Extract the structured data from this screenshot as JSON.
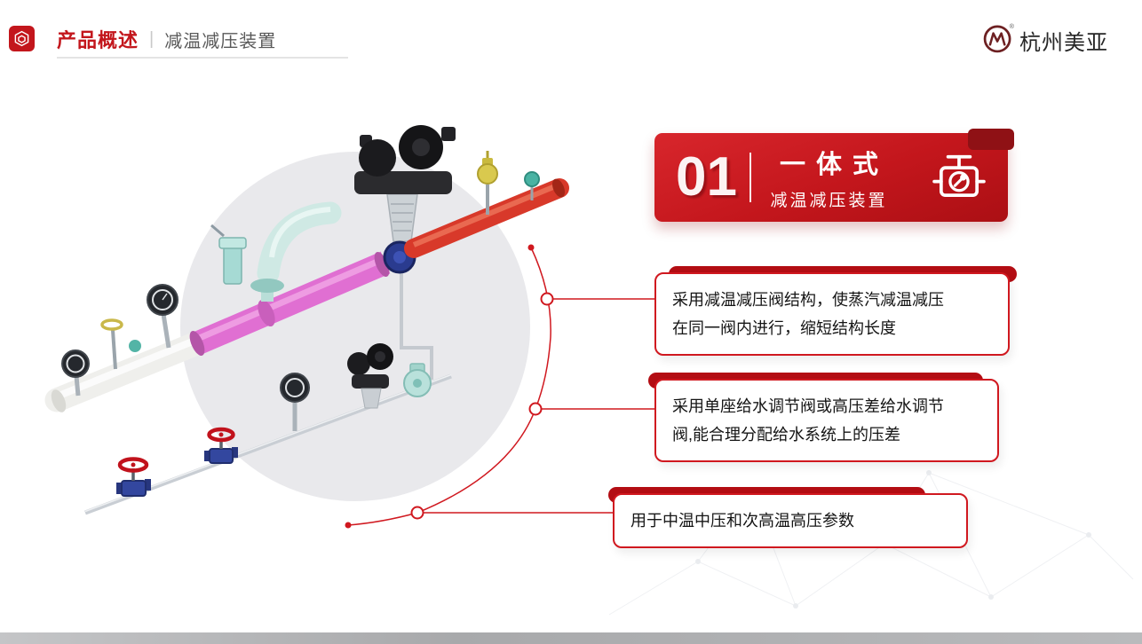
{
  "header": {
    "title": "产品概述",
    "separator": "|",
    "subtitle": "减温减压装置",
    "logo_text": "杭州美亚"
  },
  "banner": {
    "number": "01",
    "title": "一体式",
    "subtitle": "减温减压装置"
  },
  "callouts": [
    {
      "lines": [
        "采用减温减压阀结构，使蒸汽减温减压",
        "在同一阀内进行，缩短结构长度"
      ]
    },
    {
      "lines": [
        "采用单座给水调节阀或高压差给水调节",
        "阀,能合理分配给水系统上的压差"
      ]
    },
    {
      "lines": [
        "用于中温中压和次高温高压参数"
      ]
    }
  ],
  "icons": {
    "header_icon": "cube-icon",
    "logo_icon": "m-circle-icon",
    "banner_icon": "valve-icon"
  },
  "colors": {
    "accent_red": "#c3161c",
    "banner_red": "#cf1b22",
    "dark_red": "#8f1115",
    "callout_border": "#d0181f",
    "text_gray": "#595959",
    "circle_gray": "#e9e9ec"
  }
}
